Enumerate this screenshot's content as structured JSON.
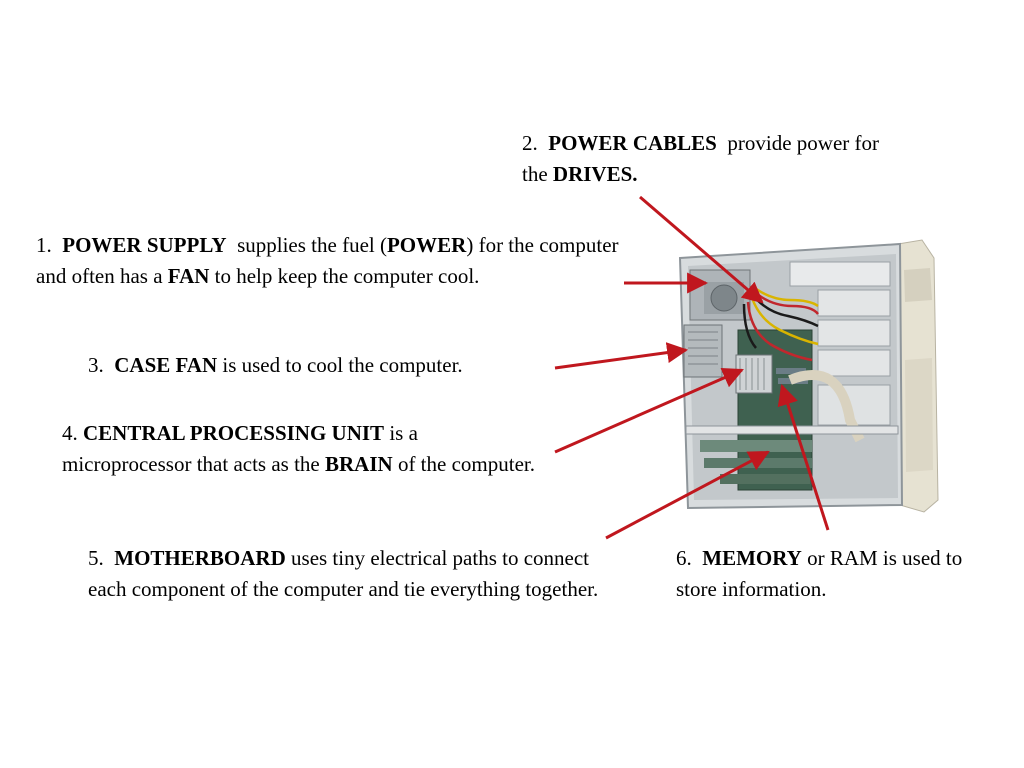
{
  "labels": {
    "power_supply": {
      "number": "1.",
      "term": "POWER SUPPLY",
      "t1": "supplies the fuel (",
      "t2": "POWER",
      "t3": ") for the computer and often has a ",
      "t4": "FAN",
      "t5": " to help keep the computer cool."
    },
    "power_cables": {
      "number": "2.",
      "term": "POWER CABLES",
      "t1": "provide power for the ",
      "t2": "DRIVES."
    },
    "case_fan": {
      "number": "3.",
      "term": "CASE FAN",
      "t1": " is used to cool the computer."
    },
    "cpu": {
      "number": "4.",
      "term": "CENTRAL PROCESSING UNIT",
      "t1": " is a microprocessor that acts as the ",
      "t2": "BRAIN",
      "t3": " of the computer."
    },
    "motherboard": {
      "number": "5.",
      "term": "MOTHERBOARD",
      "t1": " uses tiny electrical paths to connect each component of the computer and tie everything together."
    },
    "memory": {
      "number": "6.",
      "term": "MEMORY",
      "t1": " or RAM is used to store information."
    }
  },
  "colors": {
    "arrow": "#c0171e",
    "case_metal": "#d8dcde",
    "case_shadow": "#8e959a",
    "board": "#3f6150",
    "bezel": "#e6e2d2"
  }
}
